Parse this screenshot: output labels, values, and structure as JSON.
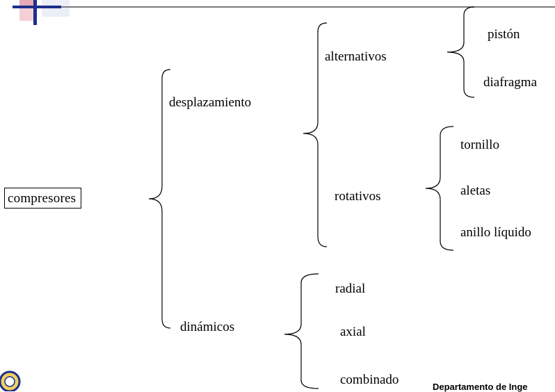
{
  "root": {
    "label": "compresores"
  },
  "level1": {
    "desplazamiento": "desplazamiento",
    "dinamicos": "dinámicos"
  },
  "desplazamiento": {
    "alternativos": "alternativos",
    "rotativos": "rotativos"
  },
  "alternativos": {
    "items": [
      "pistón",
      "diafragma"
    ]
  },
  "rotativos": {
    "items": [
      "tornillo",
      "aletas",
      "anillo líquido"
    ]
  },
  "dinamicos": {
    "items": [
      "radial",
      "axial",
      "combinado"
    ]
  },
  "footer": {
    "text": "Departamento de Inge"
  },
  "colors": {
    "accent_red": "#e8b0b8",
    "accent_blue": "#1c2f8a",
    "line_gray": "#555555"
  }
}
